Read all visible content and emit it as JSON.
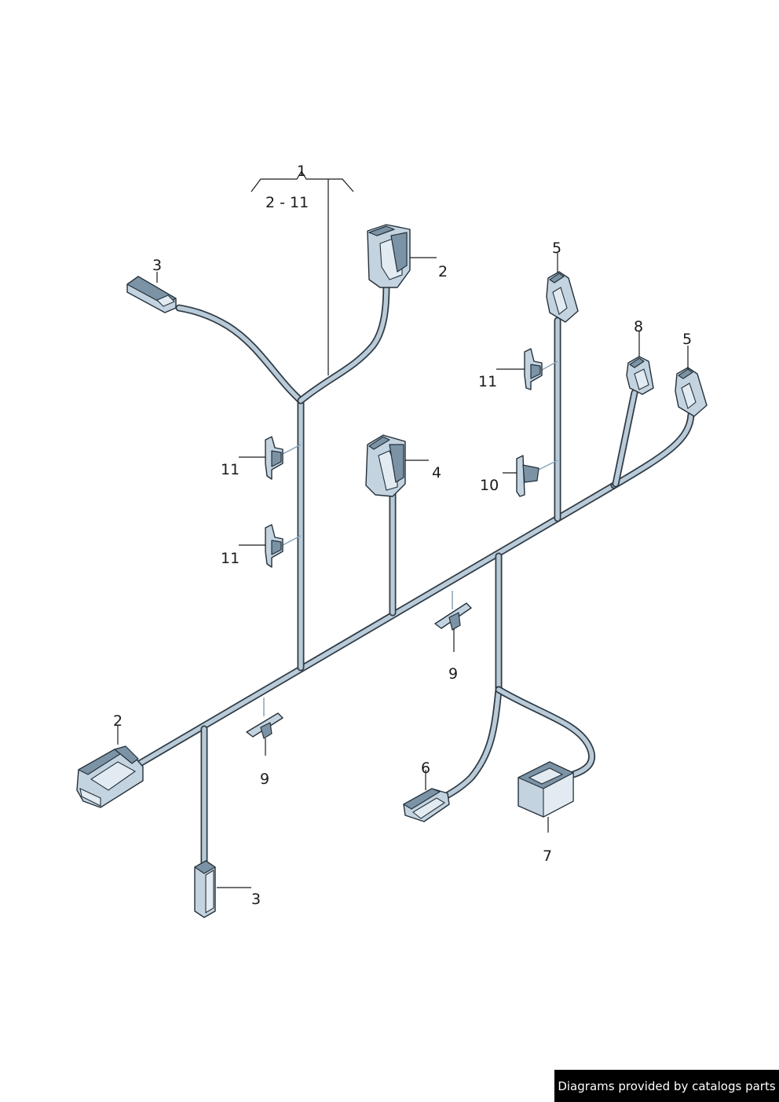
{
  "diagram": {
    "callouts": {
      "c1": "1",
      "c1_range": "2 - 11",
      "c2_top": "2",
      "c2_left": "2",
      "c3_top": "3",
      "c3_bottom": "3",
      "c4": "4",
      "c5_left": "5",
      "c5_right": "5",
      "c6": "6",
      "c7": "7",
      "c8": "8",
      "c9_left": "9",
      "c9_right": "9",
      "c10": "10",
      "c11_a": "11",
      "c11_b": "11",
      "c11_c": "11"
    }
  },
  "footer": {
    "text": "Diagrams provided by catalogs parts"
  }
}
